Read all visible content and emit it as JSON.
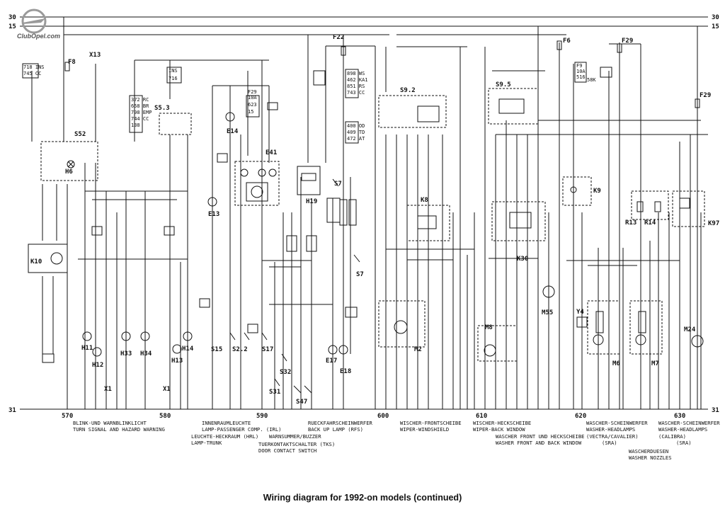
{
  "caption": "Wiring diagram for 1992-on models (continued)",
  "watermark": "ClubOpel.com",
  "rails": {
    "top": "30",
    "mid": "15",
    "bottom": "31"
  },
  "fuses": [
    {
      "id": "f22",
      "label": "F22"
    },
    {
      "id": "f6",
      "label": "F6"
    },
    {
      "id": "f29",
      "label": "F29"
    },
    {
      "id": "f8",
      "label": "F8"
    },
    {
      "id": "f29b",
      "label": "F29"
    }
  ],
  "components": [
    {
      "id": "s52",
      "label": "S52"
    },
    {
      "id": "h6",
      "label": "H6"
    },
    {
      "id": "s53",
      "label": "S5.3"
    },
    {
      "id": "k10",
      "label": "K10"
    },
    {
      "id": "e13",
      "label": "E13"
    },
    {
      "id": "e14",
      "label": "E14"
    },
    {
      "id": "e41",
      "label": "E41"
    },
    {
      "id": "h19",
      "label": "H19"
    },
    {
      "id": "s7a",
      "label": "S7"
    },
    {
      "id": "s7b",
      "label": "S7"
    },
    {
      "id": "s92",
      "label": "S9.2"
    },
    {
      "id": "k8",
      "label": "K8"
    },
    {
      "id": "s95",
      "label": "S9.5"
    },
    {
      "id": "k30",
      "label": "K30"
    },
    {
      "id": "k9",
      "label": "K9"
    },
    {
      "id": "r13",
      "label": "R13"
    },
    {
      "id": "r14",
      "label": "R14"
    },
    {
      "id": "k97",
      "label": "K97"
    },
    {
      "id": "m55",
      "label": "M55"
    },
    {
      "id": "m8",
      "label": "M8"
    },
    {
      "id": "m2",
      "label": "M2"
    },
    {
      "id": "m6",
      "label": "M6"
    },
    {
      "id": "m7",
      "label": "M7"
    },
    {
      "id": "m24",
      "label": "M24"
    },
    {
      "id": "y4",
      "label": "Y4"
    },
    {
      "id": "h11",
      "label": "H11"
    },
    {
      "id": "h12",
      "label": "H12"
    },
    {
      "id": "h33",
      "label": "H33"
    },
    {
      "id": "h34",
      "label": "H34"
    },
    {
      "id": "h13",
      "label": "H13"
    },
    {
      "id": "h14",
      "label": "H14"
    },
    {
      "id": "e17",
      "label": "E17"
    },
    {
      "id": "e18",
      "label": "E18"
    },
    {
      "id": "s15",
      "label": "S15"
    },
    {
      "id": "s22",
      "label": "S2.2"
    },
    {
      "id": "s17",
      "label": "S17"
    },
    {
      "id": "s32",
      "label": "S32"
    },
    {
      "id": "s31",
      "label": "S31"
    },
    {
      "id": "s47",
      "label": "S47"
    },
    {
      "id": "x1a",
      "label": "X1"
    },
    {
      "id": "x1b",
      "label": "X1"
    },
    {
      "id": "x13",
      "label": "X13"
    }
  ],
  "section_numbers": [
    "570",
    "580",
    "590",
    "600",
    "610",
    "620",
    "630"
  ],
  "sections": [
    {
      "id": "turn",
      "lines": [
        "BLINK-UND WARNBLINKLICHT",
        "TURN SIGNAL AND HAZARD WARNING"
      ]
    },
    {
      "id": "interior",
      "lines": [
        "INNENRAUMLEUCHTE",
        "LAMP-PASSENGER COMP. (IRL)",
        "LEUCHTE-HECKRAUM      (HRL)",
        "LAMP-TRUNK",
        "WARNSUMMER/BUZZER",
        "TUERKONTAKTSCHALTER     (TKS)",
        "DOOR CONTACT SWITCH"
      ]
    },
    {
      "id": "reverse",
      "lines": [
        "RUECKFAHRSCHEINWERFER",
        "BACK UP LAMP      (RFS)"
      ]
    },
    {
      "id": "wiper_front",
      "lines": [
        "WISCHER-FRONTSCHEIBE",
        "WIPER-WINDSHIELD"
      ]
    },
    {
      "id": "wiper_back",
      "lines": [
        "WISCHER-HECKSCHEIBE",
        "WIPER-BACK WINDOW",
        "WASCHER FRONT UND HECKSCHEIBE",
        "WASHER FRONT AND BACK WINDOW"
      ]
    },
    {
      "id": "washer_headlamps_1",
      "lines": [
        "WASCHER-SCHEINWERFER",
        "WASHER-HEADLAMPS",
        "(VECTRA/CAVALIER)",
        "(SRA)"
      ]
    },
    {
      "id": "washer_nozzles",
      "lines": [
        "WASCHERDUESEN",
        "WASHER NOZZLES"
      ]
    },
    {
      "id": "washer_headlamps_2",
      "lines": [
        "WASCHER-SCHEINWERFER",
        "WASHER-HEADLAMPS",
        "(CALIBRA)",
        "(SRA)"
      ]
    }
  ],
  "box_labels": {
    "b1": [
      "718 INS",
      "745 CC"
    ],
    "b2": [
      "INS",
      "716"
    ],
    "b3": [
      "372 RC",
      "658 BR",
      "798 EMP",
      "744 CC",
      "138"
    ],
    "b4": [
      "F29",
      "10A",
      "623",
      "15"
    ],
    "b5": [
      "898 WS",
      "462 KA1",
      "851 RS",
      "743 CC"
    ],
    "b6": [
      "400 OD",
      "409 TD",
      "472 AT"
    ],
    "b7": [
      "F9",
      "10A",
      "516",
      "58K"
    ]
  }
}
